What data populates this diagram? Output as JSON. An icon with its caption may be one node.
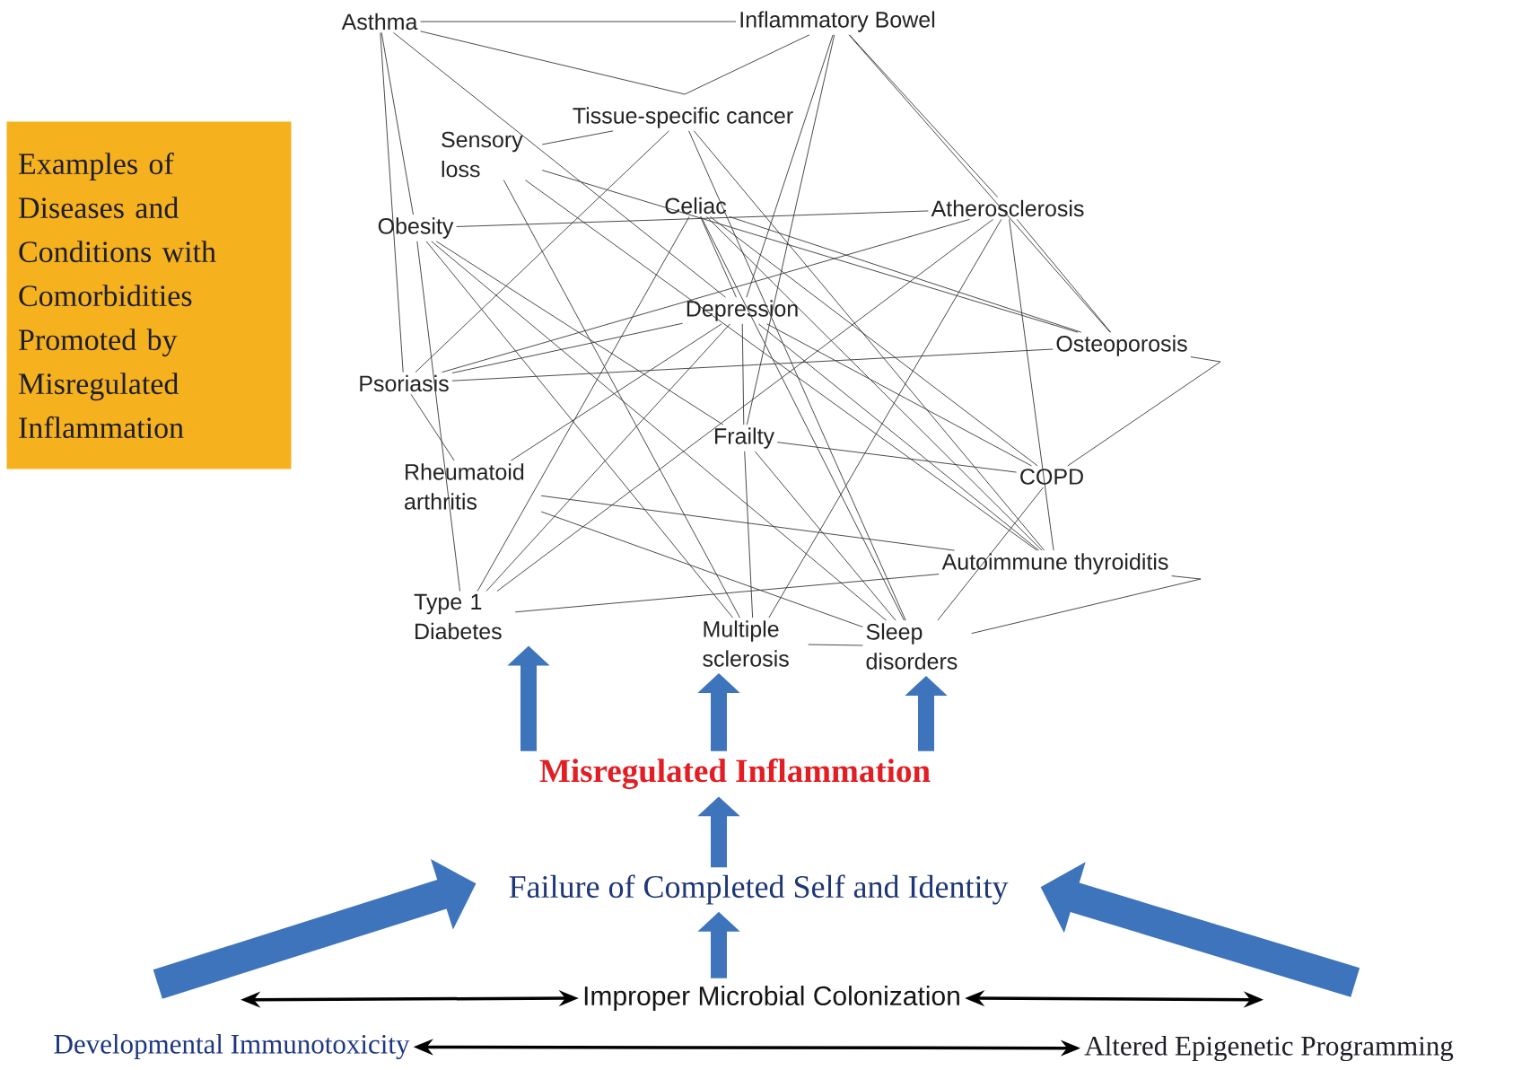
{
  "diagram": {
    "nodes": [
      {
        "text": [
          "Examples of Diseases and Conditions with Comorbidities Promoted by Misregulated Inflammation"
        ]
      },
      {
        "text": [
          "Asthma"
        ]
      },
      {
        "text": [
          "Inflammatory Bowel"
        ]
      },
      {
        "text": [
          "Tissue-specific cancer"
        ]
      },
      {
        "text": [
          "Sensory loss"
        ]
      },
      {
        "text": [
          "Celiac"
        ]
      },
      {
        "text": [
          "Obesity"
        ]
      },
      {
        "text": [
          "Atherosclerosis"
        ]
      },
      {
        "text": [
          "Depression"
        ]
      },
      {
        "text": [
          "Osteoporosis"
        ]
      },
      {
        "text": [
          "Psoriasis"
        ]
      },
      {
        "text": [
          "Frailty"
        ]
      },
      {
        "text": [
          "COPD"
        ]
      },
      {
        "text": [
          "Rheumatoid arthritis"
        ]
      },
      {
        "text": [
          "Autoimmune thyroiditis"
        ]
      },
      {
        "text": [
          "Type 1 Diabetes"
        ]
      },
      {
        "text": [
          "Multiple sclerosis"
        ]
      },
      {
        "text": [
          "Sleep disorders"
        ]
      },
      {
        "text": [
          "Misregulated Inflammation"
        ]
      },
      {
        "text": [
          "Failure of Completed Self and Identity"
        ]
      },
      {
        "text": [
          "Improper Microbial Colonization"
        ]
      },
      {
        "text": [
          "Developmental Immunotoxicity"
        ]
      },
      {
        "text": [
          "Altered Epigenetic Programming"
        ]
      }
    ],
    "edges": [
      {
        "from": 1,
        "to": 2,
        "arrow": "none"
      },
      {
        "from": 1,
        "to": 2,
        "arrow": "none"
      },
      {
        "from": 1,
        "to": 10,
        "arrow": "none"
      },
      {
        "from": 1,
        "to": 6,
        "arrow": "none"
      },
      {
        "from": 1,
        "to": 8,
        "arrow": "none"
      },
      {
        "from": 2,
        "to": 8,
        "arrow": "none"
      },
      {
        "from": 2,
        "to": 7,
        "arrow": "none"
      },
      {
        "from": 2,
        "to": 9,
        "arrow": "none"
      },
      {
        "from": 2,
        "to": 11,
        "arrow": "none"
      },
      {
        "from": 4,
        "to": 3,
        "arrow": "none"
      },
      {
        "from": 3,
        "to": 10,
        "arrow": "none"
      },
      {
        "from": 3,
        "to": 17,
        "arrow": "none"
      },
      {
        "from": 3,
        "to": 14,
        "arrow": "none"
      },
      {
        "from": 4,
        "to": 16,
        "arrow": "none"
      },
      {
        "from": 4,
        "to": 9,
        "arrow": "none"
      },
      {
        "from": 4,
        "to": 14,
        "arrow": "none"
      },
      {
        "from": 5,
        "to": 8,
        "arrow": "none"
      },
      {
        "from": 5,
        "to": 12,
        "arrow": "none"
      },
      {
        "from": 5,
        "to": 14,
        "arrow": "none"
      },
      {
        "from": 5,
        "to": 9,
        "arrow": "none"
      },
      {
        "from": 5,
        "to": 15,
        "arrow": "none"
      },
      {
        "from": 5,
        "to": 17,
        "arrow": "none"
      },
      {
        "from": 6,
        "to": 11,
        "arrow": "none"
      },
      {
        "from": 6,
        "to": 16,
        "arrow": "none"
      },
      {
        "from": 6,
        "to": 15,
        "arrow": "none"
      },
      {
        "from": 6,
        "to": 17,
        "arrow": "none"
      },
      {
        "from": 6,
        "to": 7,
        "arrow": "none"
      },
      {
        "from": 8,
        "to": 10,
        "arrow": "none"
      },
      {
        "from": 8,
        "to": 11,
        "arrow": "none"
      },
      {
        "from": 8,
        "to": 15,
        "arrow": "none"
      },
      {
        "from": 8,
        "to": 12,
        "arrow": "none"
      },
      {
        "from": 8,
        "to": 14,
        "arrow": "none"
      },
      {
        "from": 8,
        "to": 13,
        "arrow": "none"
      },
      {
        "from": 7,
        "to": 14,
        "arrow": "none"
      },
      {
        "from": 7,
        "to": 10,
        "arrow": "none"
      },
      {
        "from": 7,
        "to": 15,
        "arrow": "none"
      },
      {
        "from": 7,
        "to": 9,
        "arrow": "none"
      },
      {
        "from": 7,
        "to": 16,
        "arrow": "none"
      },
      {
        "from": 9,
        "to": 10,
        "arrow": "none"
      },
      {
        "from": 9,
        "to": 12,
        "arrow": "none"
      },
      {
        "from": 10,
        "to": 13,
        "arrow": "none"
      },
      {
        "from": 13,
        "to": 14,
        "arrow": "none"
      },
      {
        "from": 13,
        "to": 17,
        "arrow": "none"
      },
      {
        "from": 11,
        "to": 12,
        "arrow": "none"
      },
      {
        "from": 11,
        "to": 16,
        "arrow": "none"
      },
      {
        "from": 11,
        "to": 17,
        "arrow": "none"
      },
      {
        "from": 15,
        "to": 14,
        "arrow": "none"
      },
      {
        "from": 16,
        "to": 17,
        "arrow": "none"
      },
      {
        "from": 17,
        "to": 14,
        "arrow": "none"
      },
      {
        "from": 17,
        "to": 12,
        "arrow": "none"
      },
      {
        "from": 18,
        "to": 15,
        "arrow": "to",
        "style": "thick",
        "color": "#3d74bb"
      },
      {
        "from": 18,
        "to": 16,
        "arrow": "to",
        "style": "thick",
        "color": "#3d74bb"
      },
      {
        "from": 18,
        "to": 17,
        "arrow": "to",
        "style": "thick",
        "color": "#3d74bb"
      },
      {
        "from": 19,
        "to": 18,
        "arrow": "to",
        "style": "thick",
        "color": "#3d74bb"
      },
      {
        "from": 20,
        "to": 19,
        "arrow": "to",
        "style": "thick",
        "color": "#3d74bb"
      },
      {
        "from": 21,
        "to": 19,
        "arrow": "to",
        "style": "thick",
        "color": "#3d74bb"
      },
      {
        "from": 22,
        "to": 19,
        "arrow": "to",
        "style": "thick",
        "color": "#3d74bb"
      },
      {
        "from": 21,
        "to": 20,
        "arrow": "both",
        "style": "thick"
      },
      {
        "from": 20,
        "to": 22,
        "arrow": "both",
        "style": "thick"
      },
      {
        "from": 21,
        "to": 22,
        "arrow": "both",
        "style": "thick"
      }
    ]
  }
}
